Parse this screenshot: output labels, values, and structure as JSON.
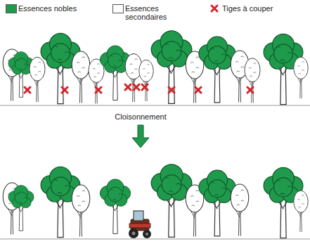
{
  "diagram": {
    "labels": [
      "Cloisonnement"
    ],
    "legend": [
      {
        "text": "Essences nobles",
        "color": "#1f9a4c"
      },
      {
        "text": "Essences secondaires",
        "color": "#ffffff"
      },
      {
        "text": "Tiges à couper"
      }
    ]
  }
}
